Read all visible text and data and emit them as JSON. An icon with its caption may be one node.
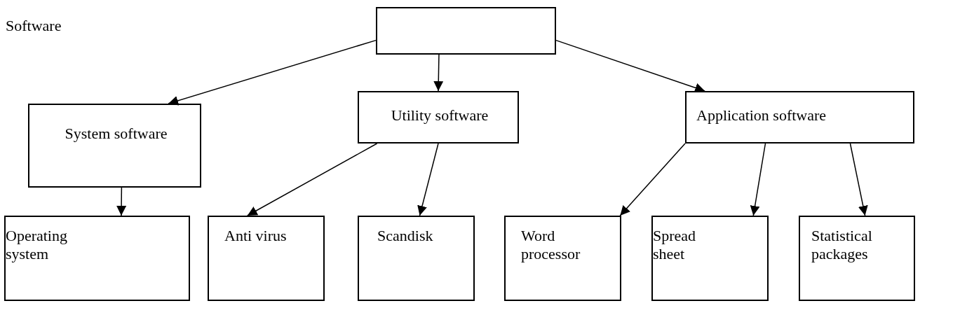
{
  "diagram": {
    "nodes": [
      {
        "text": [],
        "shape": "box"
      },
      {
        "text": [
          "System software"
        ]
      },
      {
        "text": [
          "Utility software"
        ]
      },
      {
        "text": [
          "Application software"
        ]
      },
      {
        "text": [
          "Operating system"
        ]
      },
      {
        "text": [
          "Anti virus"
        ]
      },
      {
        "text": [
          "Scandisk"
        ]
      },
      {
        "text": [
          "Word processor"
        ]
      },
      {
        "text": [
          "Spread sheet"
        ]
      },
      {
        "text": [
          "Statistical packages"
        ]
      }
    ],
    "edges": [
      {
        "from": 0,
        "to": 1,
        "arrow": "to"
      },
      {
        "from": 0,
        "to": 2,
        "arrow": "to"
      },
      {
        "from": 0,
        "to": 3,
        "arrow": "to"
      },
      {
        "from": 1,
        "to": 4,
        "arrow": "to"
      },
      {
        "from": 2,
        "to": 5,
        "arrow": "to"
      },
      {
        "from": 2,
        "to": 6,
        "arrow": "to"
      },
      {
        "from": 3,
        "to": 7,
        "arrow": "to"
      },
      {
        "from": 3,
        "to": 8,
        "arrow": "to"
      },
      {
        "from": 3,
        "to": 9,
        "arrow": "to"
      }
    ],
    "labels": [
      "Software"
    ]
  }
}
